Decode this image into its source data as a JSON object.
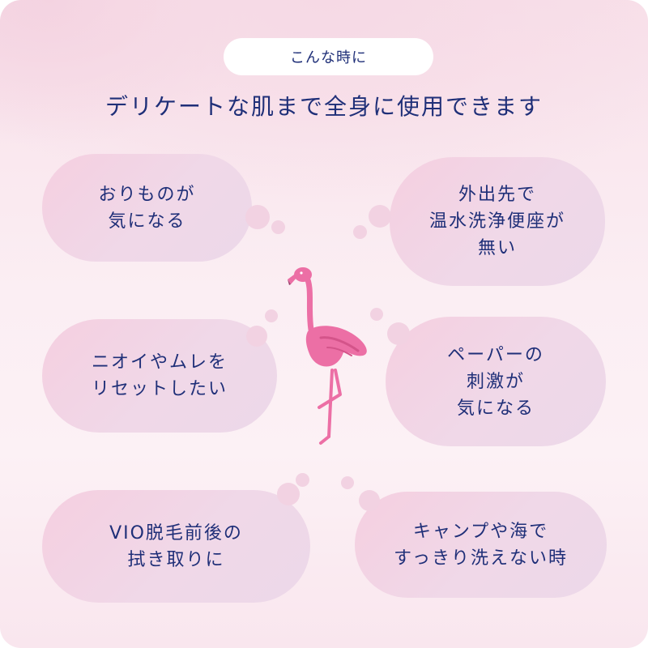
{
  "header": {
    "tag": "こんな時に",
    "headline": "デリケートな肌まで全身に使用できます"
  },
  "bubbles": [
    {
      "lines": [
        "おりものが",
        "気になる"
      ]
    },
    {
      "lines": [
        "外出先で",
        "温水洗浄便座が",
        "無い"
      ]
    },
    {
      "lines": [
        "ニオイやムレを",
        "リセットしたい"
      ]
    },
    {
      "lines": [
        "ペーパーの",
        "刺激が",
        "気になる"
      ]
    },
    {
      "lines": [
        "VIO脱毛前後の",
        "拭き取りに"
      ]
    },
    {
      "lines": [
        "キャンプや海で",
        "すっきり洗えない時"
      ]
    }
  ],
  "colors": {
    "text": "#1f2f78",
    "flamingo": "#ec6fa5",
    "bubble": "#f2d2e2"
  },
  "illustration": {
    "icon": "flamingo-icon"
  }
}
